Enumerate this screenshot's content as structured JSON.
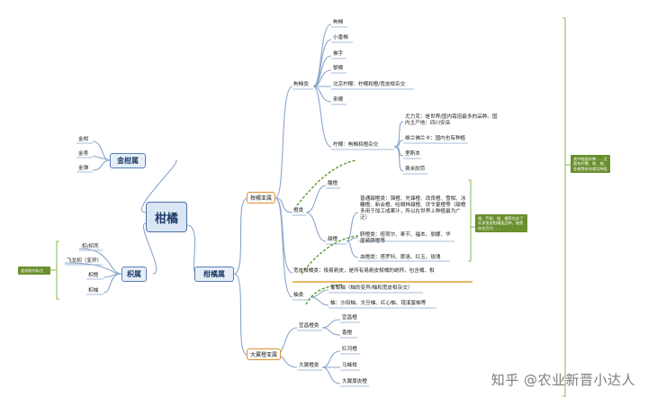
{
  "root": "柑橘",
  "jingan": {
    "label": "金柑属",
    "items": [
      "金柑",
      "金枣",
      "金弹"
    ]
  },
  "zhi": {
    "label": "枳属",
    "items": [
      "枳/枳壳",
      "飞龙枳（变异）",
      "枳橙",
      "枳柚"
    ],
    "note": "虚线框内标注"
  },
  "ganju": {
    "label": "柑橘属",
    "yaxiang": {
      "label": "柑橘亚属",
      "ningmeng": {
        "label": "枸橼类",
        "items": [
          "枸橼",
          "小香橼",
          "佛手",
          "黎檬",
          "北京柠檬：柠檬和橙/宽皮柑杂交",
          "来檬"
        ]
      },
      "ningmeng_hybrid": {
        "label": "柠檬：枸橼和橙杂交",
        "items": [
          "尤力克：是世界/国内栽培最多的品种。国内主产地：四川安岳",
          "维兰佛兰卡：国内也有种植",
          "里斯本",
          "费米耐劳"
        ]
      },
      "cheng": {
        "label": "橙类",
        "suancheng": "酸橙",
        "tiancheng": {
          "label": "甜橙",
          "items": [
            "普通甜橙类：锦橙、先锋橙、改良橙、雪柑、冰糖橙、新会橙、哈姆林甜橙、伏令夏橙等（甜橙多用于加工成果汁，所以在世界上种植最为广泛）",
            "脐橙类：纽荷尔、奉节、福本、朋娜、华盛顿脐橙等",
            "血橙类：塔罗科、摩洛、红玉、玫瑰"
          ]
        }
      },
      "kuanpi": "宽皮柑橘类：极易剥皮，是所有易剥皮柑橘的统称，包含橘、柑",
      "you": {
        "label": "柚类",
        "items": [
          "葡萄柚（柚的变异/柚和宽皮柑杂交）",
          "柚：沙田柚、文旦柚、红心柚、琯溪蜜柚等"
        ]
      }
    },
    "dayi": {
      "label": "大翼橙亚属",
      "yichang": {
        "label": "宜昌橙类",
        "items": [
          "宜昌橙",
          "香橙"
        ]
      },
      "dayicheng": {
        "label": "大翼橙类",
        "items": [
          "红河橙",
          "马蜂柑",
          "大翼厚皮橙"
        ]
      }
    }
  },
  "notes": {
    "right_top": "其中柚类杂种……主要有柠檬、橙、柚、金柑等经济栽培种类",
    "right_mid": "橙、芦柑、柑、橘等包含了众多宽皮柑橘类品种，柚是杂交后代……"
  },
  "watermark": "知乎 @农业新晋小达人",
  "colors": {
    "line": "#8aa5cc",
    "accent": "#e0912c",
    "green": "#6a8f2e",
    "dashed": "#5a9a2a"
  }
}
